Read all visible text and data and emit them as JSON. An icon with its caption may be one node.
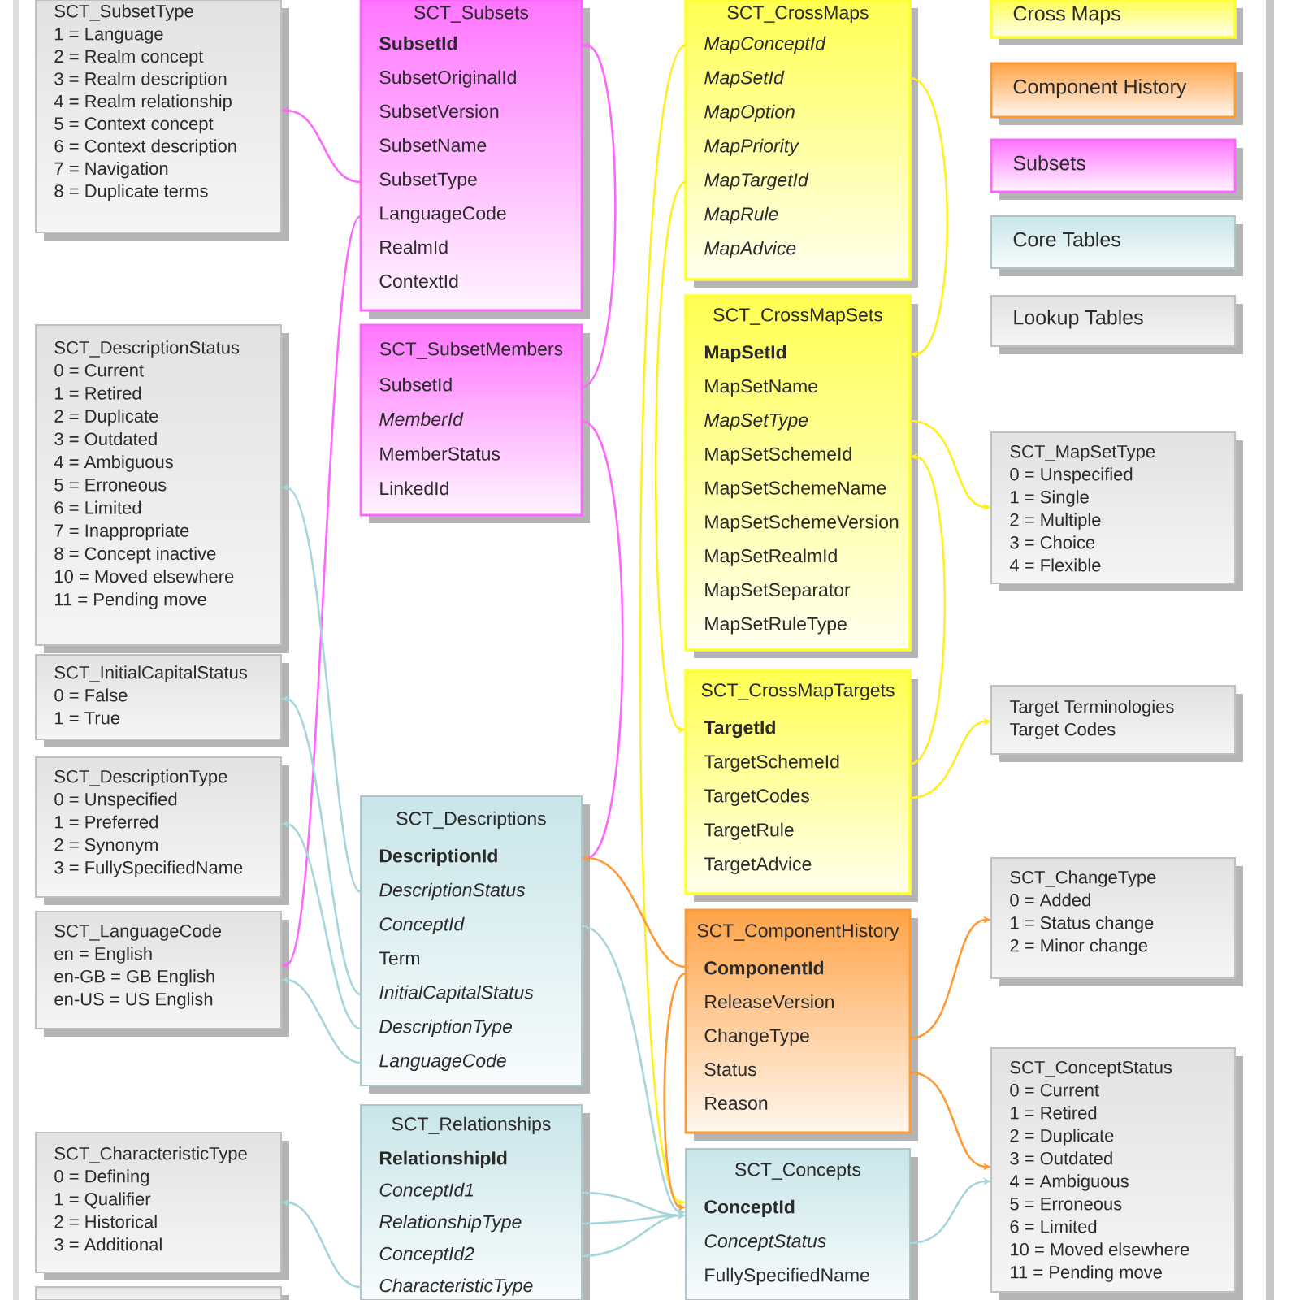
{
  "diagram": {
    "nodes": [
      {
        "text": [
          "SCT_SubsetType",
          "1 = Language",
          "2 = Realm concept",
          "3 = Realm description",
          "4 = Realm relationship",
          "5 = Context concept",
          "6 = Context description",
          "7 = Navigation",
          "8 = Duplicate terms"
        ]
      },
      {
        "text": [
          "SCT_DescriptionStatus",
          "0 = Current",
          "1 = Retired",
          "2 = Duplicate",
          "3 = Outdated",
          "4 = Ambiguous",
          "5 = Erroneous",
          "6 = Limited",
          "7 = Inappropriate",
          "8 = Concept inactive",
          "10 = Moved elsewhere",
          "11 = Pending move"
        ]
      },
      {
        "text": [
          "SCT_InitialCapitalStatus",
          "0 = False",
          "1 = True"
        ]
      },
      {
        "text": [
          "SCT_DescriptionType",
          "0 = Unspecified",
          "1 = Preferred",
          "2 = Synonym",
          "3 = FullySpecifiedName"
        ]
      },
      {
        "text": [
          "SCT_LanguageCode",
          "en = English",
          "en-GB = GB English",
          "en-US = US English"
        ]
      },
      {
        "text": [
          "SCT_CharacteristicType",
          "0 = Defining",
          "1 = Qualifier",
          "2 = Historical",
          "3 = Additional"
        ]
      },
      {
        "text": [],
        "shape": "box"
      },
      {
        "text": [
          "SCT_Subsets",
          "SubsetId",
          "SubsetOriginalId",
          "SubsetVersion",
          "SubsetName",
          "SubsetType",
          "LanguageCode",
          "RealmId",
          "ContextId"
        ]
      },
      {
        "text": [
          "SCT_SubsetMembers",
          "SubsetId",
          "MemberId",
          "MemberStatus",
          "LinkedId"
        ]
      },
      {
        "text": [
          "SCT_Descriptions",
          "DescriptionId",
          "DescriptionStatus",
          "ConceptId",
          "Term",
          "InitialCapitalStatus",
          "DescriptionType",
          "LanguageCode"
        ]
      },
      {
        "text": [
          "SCT_Relationships",
          "RelationshipId",
          "ConceptId1",
          "RelationshipType",
          "ConceptId2",
          "CharacteristicType"
        ]
      },
      {
        "text": [
          "SCT_CrossMaps",
          "MapConceptId",
          "MapSetId",
          "MapOption",
          "MapPriority",
          "MapTargetId",
          "MapRule",
          "MapAdvice"
        ]
      },
      {
        "text": [
          "SCT_CrossMapSets",
          "MapSetId",
          "MapSetName",
          "MapSetType",
          "MapSetSchemeId",
          "MapSetSchemeName",
          "MapSetSchemeVersion",
          "MapSetRealmId",
          "MapSetSeparator",
          "MapSetRuleType"
        ]
      },
      {
        "text": [
          "SCT_CrossMapTargets",
          "TargetId",
          "TargetSchemeId",
          "TargetCodes",
          "TargetRule",
          "TargetAdvice"
        ]
      },
      {
        "text": [
          "SCT_ComponentHistory",
          "ComponentId",
          "ReleaseVersion",
          "ChangeType",
          "Status",
          "Reason"
        ]
      },
      {
        "text": [
          "SCT_Concepts",
          "ConceptId",
          "ConceptStatus",
          "FullySpecifiedName"
        ]
      },
      {
        "text": [
          "SCT_MapSetType",
          "0 = Unspecified",
          "1 = Single",
          "2 = Multiple",
          "3 = Choice",
          "4 = Flexible"
        ]
      },
      {
        "text": [
          "Target Terminologies",
          "Target Codes"
        ]
      },
      {
        "text": [
          "SCT_ChangeType",
          "0 = Added",
          "1 = Status change",
          "2 = Minor change"
        ]
      },
      {
        "text": [
          "SCT_ConceptStatus",
          "0 = Current",
          "1 = Retired",
          "2 = Duplicate",
          "3 = Outdated",
          "4 = Ambiguous",
          "5 = Erroneous",
          "6 = Limited",
          "10 = Moved elsewhere",
          "11 = Pending move"
        ]
      }
    ],
    "edges": [
      {
        "from": 7,
        "to": 0,
        "arrow": "to",
        "color": "#ff66ff"
      },
      {
        "from": 7,
        "to": 4,
        "arrow": "to",
        "color": "#ff66ff"
      },
      {
        "from": 8,
        "to": 7,
        "arrow": "to",
        "color": "#ff66ff"
      },
      {
        "from": 8,
        "to": 9,
        "arrow": "to",
        "color": "#ff66ff"
      },
      {
        "from": 11,
        "to": 15,
        "arrow": "to",
        "color": "#ffee22"
      },
      {
        "from": 11,
        "to": 12,
        "arrow": "to",
        "color": "#ffee22"
      },
      {
        "from": 11,
        "to": 13,
        "arrow": "to",
        "color": "#ffee22"
      },
      {
        "from": 12,
        "to": 16,
        "arrow": "to",
        "color": "#ffee22"
      },
      {
        "from": 13,
        "to": 12,
        "arrow": "to",
        "color": "#ffee22"
      },
      {
        "from": 13,
        "to": 17,
        "arrow": "to",
        "color": "#ffee22"
      },
      {
        "from": 14,
        "to": 9,
        "arrow": "to",
        "color": "#ff9933"
      },
      {
        "from": 14,
        "to": 15,
        "arrow": "to",
        "color": "#ff9933"
      },
      {
        "from": 14,
        "to": 18,
        "arrow": "to",
        "color": "#ff9933"
      },
      {
        "from": 14,
        "to": 19,
        "arrow": "to",
        "color": "#ff9933"
      },
      {
        "from": 9,
        "to": 1,
        "arrow": "to"
      },
      {
        "from": 9,
        "to": 2,
        "arrow": "to"
      },
      {
        "from": 9,
        "to": 3,
        "arrow": "to"
      },
      {
        "from": 9,
        "to": 4,
        "arrow": "to"
      },
      {
        "from": 9,
        "to": 15,
        "arrow": "to"
      },
      {
        "from": 10,
        "to": 15,
        "arrow": "to"
      },
      {
        "from": 10,
        "to": 15,
        "arrow": "to"
      },
      {
        "from": 10,
        "to": 15,
        "arrow": "to"
      },
      {
        "from": 10,
        "to": 5,
        "arrow": "to"
      },
      {
        "from": 15,
        "to": 19,
        "arrow": "to"
      }
    ],
    "legend": [
      {
        "text": "Cross Maps",
        "color": "#ffff33"
      },
      {
        "text": "Component History",
        "color": "#ff9933"
      },
      {
        "text": "Subsets",
        "color": "#ff66ff"
      },
      {
        "text": "Core Tables",
        "color": "#c2e2e6"
      },
      {
        "text": "Lookup Tables",
        "color": "#e2e2e2"
      }
    ]
  }
}
